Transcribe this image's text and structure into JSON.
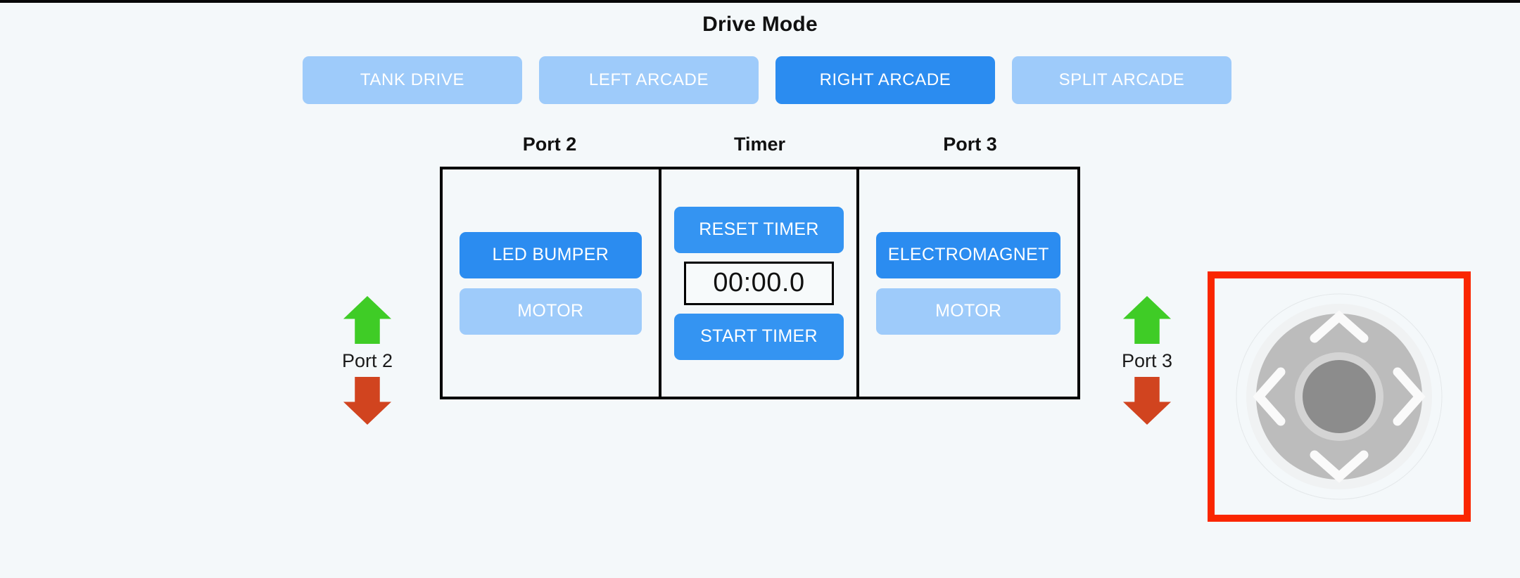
{
  "app": {
    "background_color": "#f4f8fa",
    "accent_active": "#2b8cf0",
    "accent_inactive": "#9ecbfa",
    "alert_border": "#fa2600"
  },
  "drive_mode": {
    "title": "Drive Mode",
    "options": [
      {
        "label": "TANK DRIVE",
        "active": false
      },
      {
        "label": "LEFT ARCADE",
        "active": false
      },
      {
        "label": "RIGHT ARCADE",
        "active": true
      },
      {
        "label": "SPLIT ARCADE",
        "active": false
      }
    ],
    "selected": "RIGHT ARCADE"
  },
  "panels": {
    "port2": {
      "header": "Port 2",
      "devices": [
        {
          "label": "LED BUMPER",
          "active": true
        },
        {
          "label": "MOTOR",
          "active": false
        }
      ]
    },
    "timer": {
      "header": "Timer",
      "reset_label": "RESET TIMER",
      "start_label": "START TIMER",
      "value": "00:00.0"
    },
    "port3": {
      "header": "Port 3",
      "devices": [
        {
          "label": "ELECTROMAGNET",
          "active": true
        },
        {
          "label": "MOTOR",
          "active": false
        }
      ]
    }
  },
  "port_controls": [
    {
      "label": "Port 2",
      "up_icon": "green-up-arrow-icon",
      "down_icon": "red-down-arrow-icon",
      "up_color": "#3fcc26",
      "down_color": "#d1441f"
    },
    {
      "label": "Port 3",
      "up_icon": "green-up-arrow-icon",
      "down_icon": "red-down-arrow-icon",
      "up_color": "#3fcc26",
      "down_color": "#d1441f"
    }
  ],
  "dpad": {
    "icon": "dpad-joystick-icon",
    "ring_color": "#bcbcbc",
    "knob_color": "#8c8c8c",
    "chevron_color": "#fafafa",
    "highlight_border": "#fa2600",
    "directions": [
      "up",
      "right",
      "down",
      "left"
    ]
  }
}
